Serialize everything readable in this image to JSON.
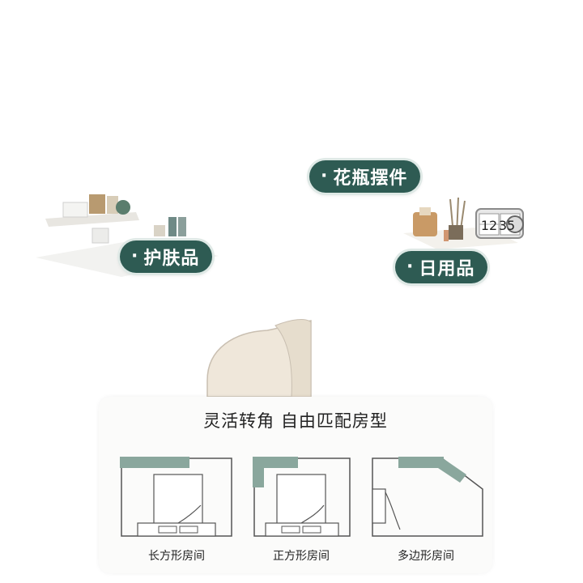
{
  "tags": {
    "vase": "花瓶摆件",
    "skincare": "护肤品",
    "daily": "日用品"
  },
  "clock": {
    "left": "12",
    "right": "35"
  },
  "panel": {
    "title": "灵活转角 自由匹配房型",
    "rooms": [
      {
        "label": "长方形房间"
      },
      {
        "label": "正方形房间"
      },
      {
        "label": "多边形房间"
      }
    ]
  },
  "colors": {
    "tag_bg": "#2e5b53",
    "accent_green": "#8aa79d",
    "plan_line": "#555555",
    "chair": "#efe7da"
  }
}
